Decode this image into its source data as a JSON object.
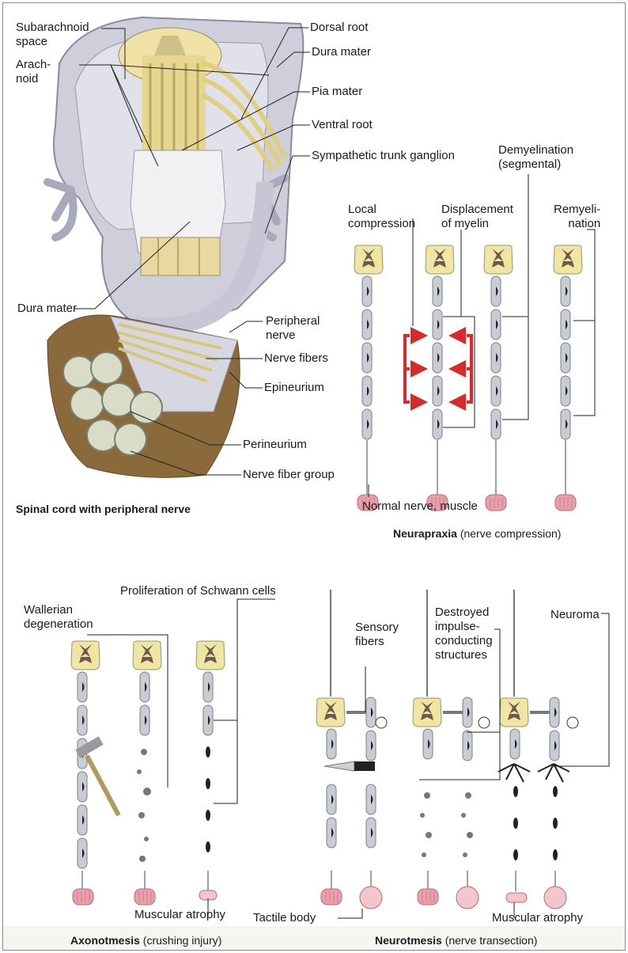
{
  "colors": {
    "nerve_yellow": "#e8e0a0",
    "grey_matter": "#6e5a48",
    "muscle_pink": "#e8a0aa",
    "membrane": "#c8c6d4",
    "arrow_red": "#d82a2a",
    "fat_brown": "#8a6a3a"
  },
  "top_left": {
    "labels": {
      "subarachnoid": "Subarachnoid\nspace",
      "arachnoid": "Arach-\nnoid",
      "dorsal_root": "Dorsal root",
      "dura_mater_top": "Dura mater",
      "pia_mater": "Pia mater",
      "ventral_root": "Ventral root",
      "sympathetic": "Sympathetic trunk ganglion",
      "dura_mater_left": "Dura mater",
      "peripheral_nerve": "Peripheral\nnerve",
      "nerve_fibers": "Nerve fibers",
      "epineurium": "Epineurium",
      "perineurium": "Perineurium",
      "nerve_fiber_group": "Nerve fiber group"
    },
    "caption": "Spinal cord with peripheral nerve"
  },
  "neurapraxia": {
    "labels": {
      "demyelination": "Demyelination\n(segmental)",
      "local_compression": "Local\ncompression",
      "displacement": "Displacement\nof myelin",
      "remyelination": "Remyeli-\nnation",
      "normal": "Normal nerve, muscle"
    },
    "caption_bold": "Neurapraxia",
    "caption_rest": " (nerve compression)"
  },
  "axonotmesis": {
    "labels": {
      "wallerian": "Wallerian\ndegeneration",
      "proliferation": "Proliferation of Schwann cells",
      "muscular_atrophy": "Muscular atrophy"
    },
    "caption_bold": "Axonotmesis",
    "caption_rest": " (crushing injury)"
  },
  "neurotmesis": {
    "labels": {
      "sensory": "Sensory\nfibers",
      "destroyed": "Destroyed\nimpulse-\nconducting\nstructures",
      "neuroma": "Neuroma",
      "tactile": "Tactile body",
      "muscular_atrophy": "Muscular atrophy"
    },
    "caption_bold": "Neurotmesis",
    "caption_rest": " (nerve transection)"
  }
}
